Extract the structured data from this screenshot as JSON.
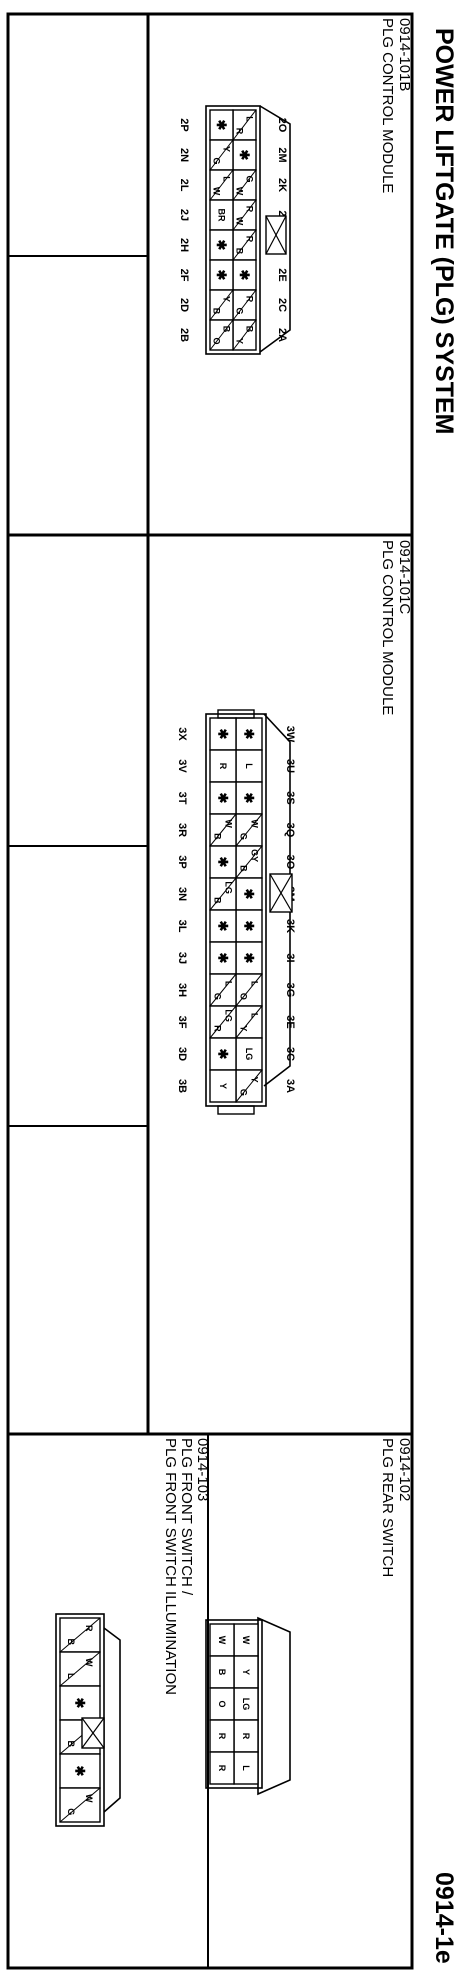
{
  "page": {
    "title": "POWER LIFTGATE (PLG) SYSTEM",
    "page_id": "0914-1e"
  },
  "connectors": [
    {
      "id": "0914-101B",
      "name": "PLG CONTROL MODULE",
      "pins_top": [
        "2O",
        "2M",
        "2K",
        "2I",
        "2G",
        "2E",
        "2C",
        "2A"
      ],
      "pins_bottom": [
        "2P",
        "2N",
        "2L",
        "2J",
        "2H",
        "2F",
        "2D",
        "2B"
      ],
      "row_top": [
        [
          {
            "t": "L"
          },
          {
            "t": "R"
          }
        ],
        [
          {
            "t": "✱"
          }
        ],
        [
          {
            "t": "G"
          },
          {
            "t": "W"
          }
        ],
        [
          {
            "t": "R"
          },
          {
            "t": "W"
          }
        ],
        [
          {
            "t": "R"
          },
          {
            "t": "B"
          }
        ],
        [
          {
            "t": "✱"
          }
        ],
        [
          {
            "t": "R"
          },
          {
            "t": "G"
          }
        ],
        [
          {
            "t": "B"
          },
          {
            "t": "Y"
          }
        ]
      ],
      "row_bottom": [
        [
          {
            "t": "✱"
          }
        ],
        [
          {
            "t": "Y"
          },
          {
            "t": "G"
          }
        ],
        [
          {
            "t": "L"
          },
          {
            "t": "W"
          }
        ],
        [
          {
            "t": "BR"
          }
        ],
        [
          {
            "t": "✱"
          }
        ],
        [
          {
            "t": "✱"
          }
        ],
        [
          {
            "t": "Y"
          },
          {
            "t": "B"
          }
        ],
        [
          {
            "t": "B"
          },
          {
            "t": "O"
          }
        ]
      ]
    },
    {
      "id": "0914-101C",
      "name": "PLG CONTROL MODULE",
      "pins_top": [
        "3W",
        "3U",
        "3S",
        "3Q",
        "3O",
        "3M",
        "3K",
        "3I",
        "3G",
        "3E",
        "3C",
        "3A"
      ],
      "pins_bottom": [
        "3X",
        "3V",
        "3T",
        "3R",
        "3P",
        "3N",
        "3L",
        "3J",
        "3H",
        "3F",
        "3D",
        "3B"
      ],
      "row_top": [
        [
          {
            "t": "✱"
          }
        ],
        [
          {
            "t": "L"
          }
        ],
        [
          {
            "t": "✱"
          }
        ],
        [
          {
            "t": "W"
          },
          {
            "t": "G"
          }
        ],
        [
          {
            "t": "GY"
          },
          {
            "t": "B"
          }
        ],
        [
          {
            "t": "✱"
          }
        ],
        [
          {
            "t": "✱"
          }
        ],
        [
          {
            "t": "✱"
          }
        ],
        [
          {
            "t": "L"
          },
          {
            "t": "O"
          }
        ],
        [
          {
            "t": "L"
          },
          {
            "t": "Y"
          }
        ],
        [
          {
            "t": "LG"
          }
        ],
        [
          {
            "t": "Y"
          },
          {
            "t": "G"
          }
        ]
      ],
      "row_bottom": [
        [
          {
            "t": "✱"
          }
        ],
        [
          {
            "t": "R"
          }
        ],
        [
          {
            "t": "✱"
          }
        ],
        [
          {
            "t": "W"
          },
          {
            "t": "B"
          }
        ],
        [
          {
            "t": "✱"
          }
        ],
        [
          {
            "t": "LG"
          },
          {
            "t": "B"
          }
        ],
        [
          {
            "t": "✱"
          }
        ],
        [
          {
            "t": "✱"
          }
        ],
        [
          {
            "t": "L"
          },
          {
            "t": "G"
          }
        ],
        [
          {
            "t": "LG"
          },
          {
            "t": "R"
          }
        ],
        [
          {
            "t": "✱"
          }
        ],
        [
          {
            "t": "Y"
          }
        ]
      ]
    },
    {
      "id": "0914-102",
      "name": "PLG REAR SWITCH",
      "row_top": [
        [
          {
            "t": "W"
          }
        ],
        [
          {
            "t": "Y"
          }
        ],
        [
          {
            "t": "LG"
          }
        ],
        [
          {
            "t": "R"
          }
        ],
        [
          {
            "t": "L"
          }
        ]
      ],
      "row_bottom": [
        [
          {
            "t": "W"
          }
        ],
        [
          {
            "t": "B"
          }
        ],
        [
          {
            "t": "O"
          }
        ],
        [
          {
            "t": "R"
          }
        ],
        [
          {
            "t": "R"
          }
        ]
      ]
    },
    {
      "id": "0914-103",
      "name_line1": "PLG FRONT SWITCH /",
      "name_line2": "PLG FRONT SWITCH ILLUMINATION",
      "row_top": [
        [
          {
            "t": "R"
          },
          {
            "t": "B"
          }
        ],
        [
          {
            "t": "W"
          },
          {
            "t": "L"
          }
        ],
        [
          {
            "t": "✱"
          }
        ],
        [
          {
            "t": "W"
          },
          {
            "t": "B"
          }
        ],
        [
          {
            "t": "✱"
          }
        ],
        [
          {
            "t": "W"
          },
          {
            "t": "G"
          }
        ]
      ]
    }
  ]
}
